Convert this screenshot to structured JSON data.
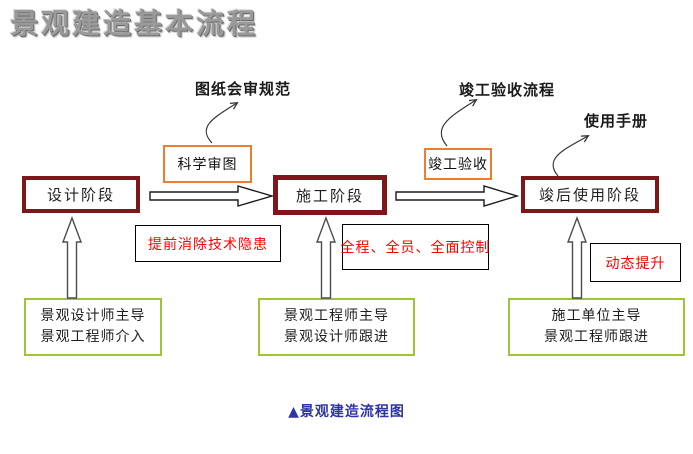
{
  "title": "景观建造基本流程",
  "caption": "▲景观建造流程图",
  "stages": [
    {
      "label": "设计阶段"
    },
    {
      "label": "施工阶段"
    },
    {
      "label": "竣后使用阶段"
    }
  ],
  "gates": [
    {
      "label": "科学审图"
    },
    {
      "label": "竣工验收"
    }
  ],
  "deliverables": [
    {
      "label": "图纸会审规范"
    },
    {
      "label": "竣工验收流程"
    },
    {
      "label": "使用手册"
    }
  ],
  "notes": [
    {
      "label": "提前消除技术隐患"
    },
    {
      "label": "全程、全员、全面控制"
    },
    {
      "label": "动态提升"
    }
  ],
  "roles": [
    {
      "line1": "景观设计师主导",
      "line2": "景观工程师介入"
    },
    {
      "line1": "景观工程师主导",
      "line2": "景观设计师跟进"
    },
    {
      "line1": "施工单位主导",
      "line2": "景观工程师跟进"
    }
  ],
  "colors": {
    "stage_border": "#7e1719",
    "gate_border": "#ed7d31",
    "role_border": "#9fc43c",
    "note_text": "#ff0000",
    "caption_text": "#2e34a5",
    "title_gray": "#9a9a9a"
  }
}
